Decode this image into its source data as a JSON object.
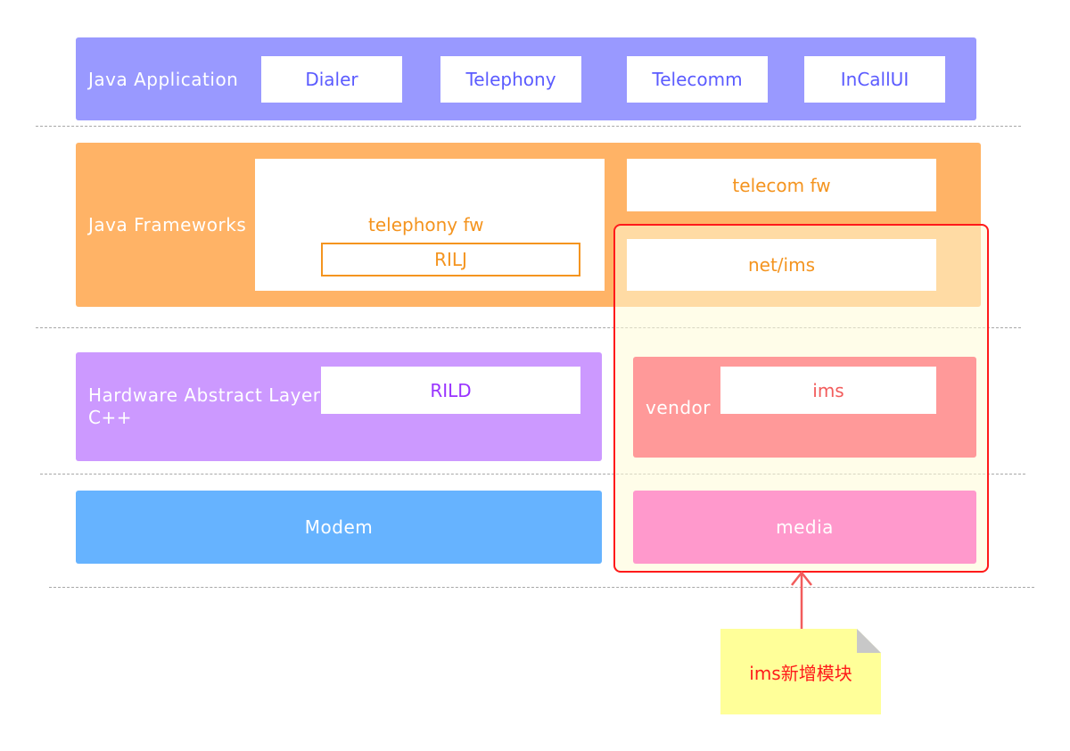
{
  "java_application": {
    "label": "Java Application",
    "items": [
      "Dialer",
      "Telephony",
      "Telecomm",
      "InCallUI"
    ]
  },
  "java_frameworks": {
    "label": "Java Frameworks",
    "telephony_fw": "telephony fw",
    "rilj": "RILJ",
    "telecom_fw": "telecom fw",
    "net_ims": "net/ims"
  },
  "hal": {
    "label_line1": "Hardware Abstract Layer",
    "label_line2": "C++",
    "rild": "RILD"
  },
  "vendor": {
    "label": "vendor",
    "ims": "ims"
  },
  "modem": {
    "label": "Modem"
  },
  "media": {
    "label": "media"
  },
  "note": {
    "text": "ims新增模块"
  },
  "colors": {
    "app_layer": "#9999ff",
    "framework_layer": "#ffb366",
    "hal_layer": "#cc99ff",
    "modem_layer": "#66b3ff",
    "vendor": "#ff9999",
    "media": "#ff99cc",
    "highlight_border": "#ff1a1a",
    "note": "#ffff99"
  }
}
